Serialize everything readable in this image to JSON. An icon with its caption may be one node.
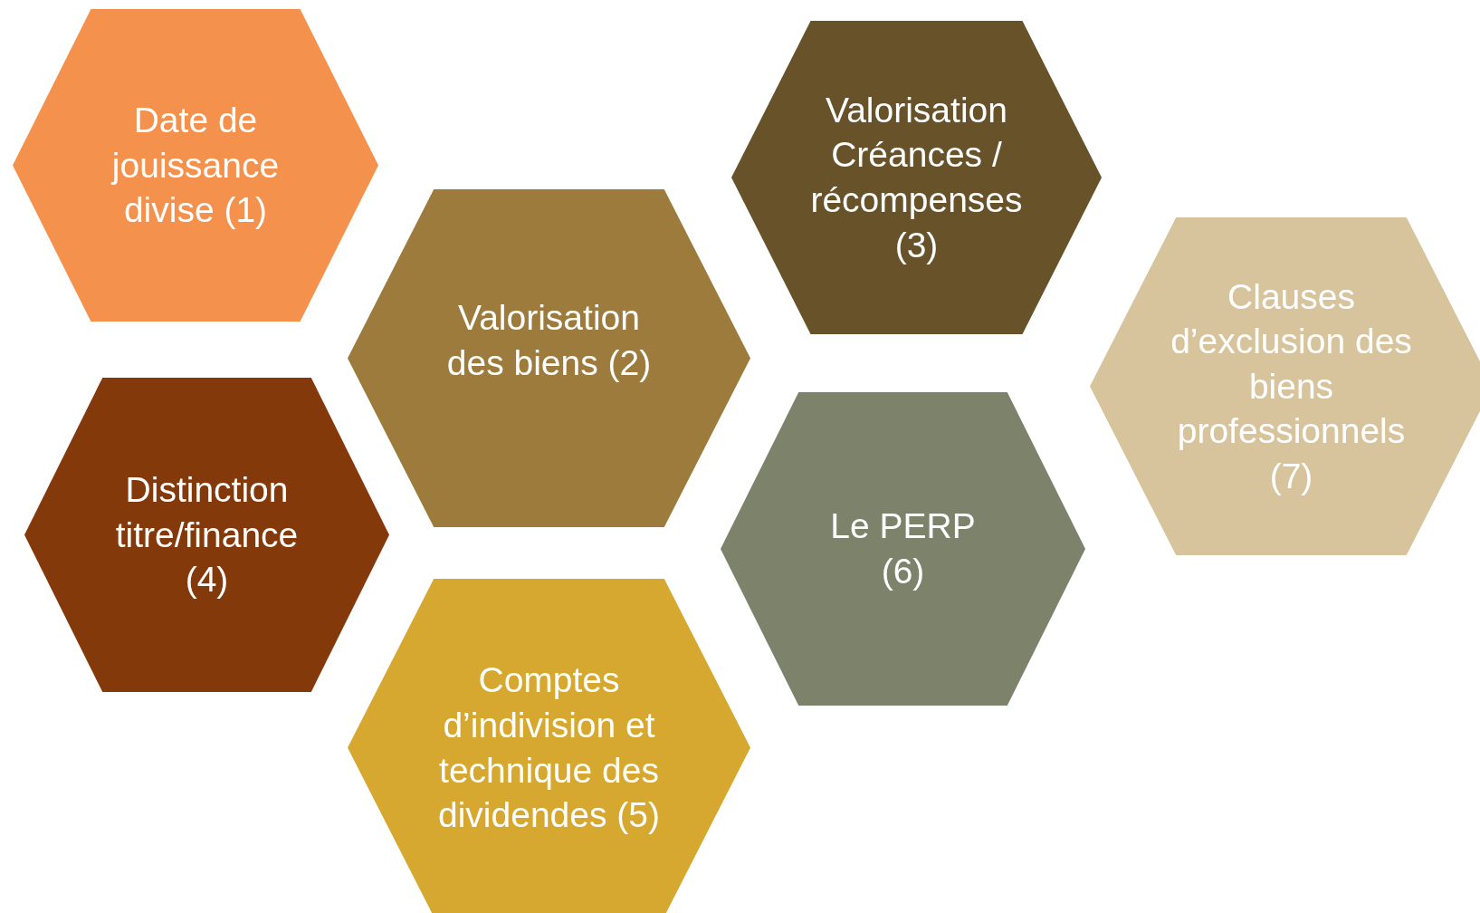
{
  "diagram": {
    "nodes": [
      {
        "text": [
          "Date de jouissance divise (1)"
        ]
      },
      {
        "text": [
          "Valorisation des biens (2)"
        ]
      },
      {
        "text": [
          "Valorisation Créances / récompenses (3)"
        ]
      },
      {
        "text": [
          "Distinction titre/finance (4)"
        ]
      },
      {
        "text": [
          "Comptes d’indivision et technique des dividendes (5)"
        ]
      },
      {
        "text": [
          "Le PERP (6)"
        ]
      },
      {
        "text": [
          "Clauses d’exclusion des biens professionnels (7)"
        ]
      }
    ]
  }
}
